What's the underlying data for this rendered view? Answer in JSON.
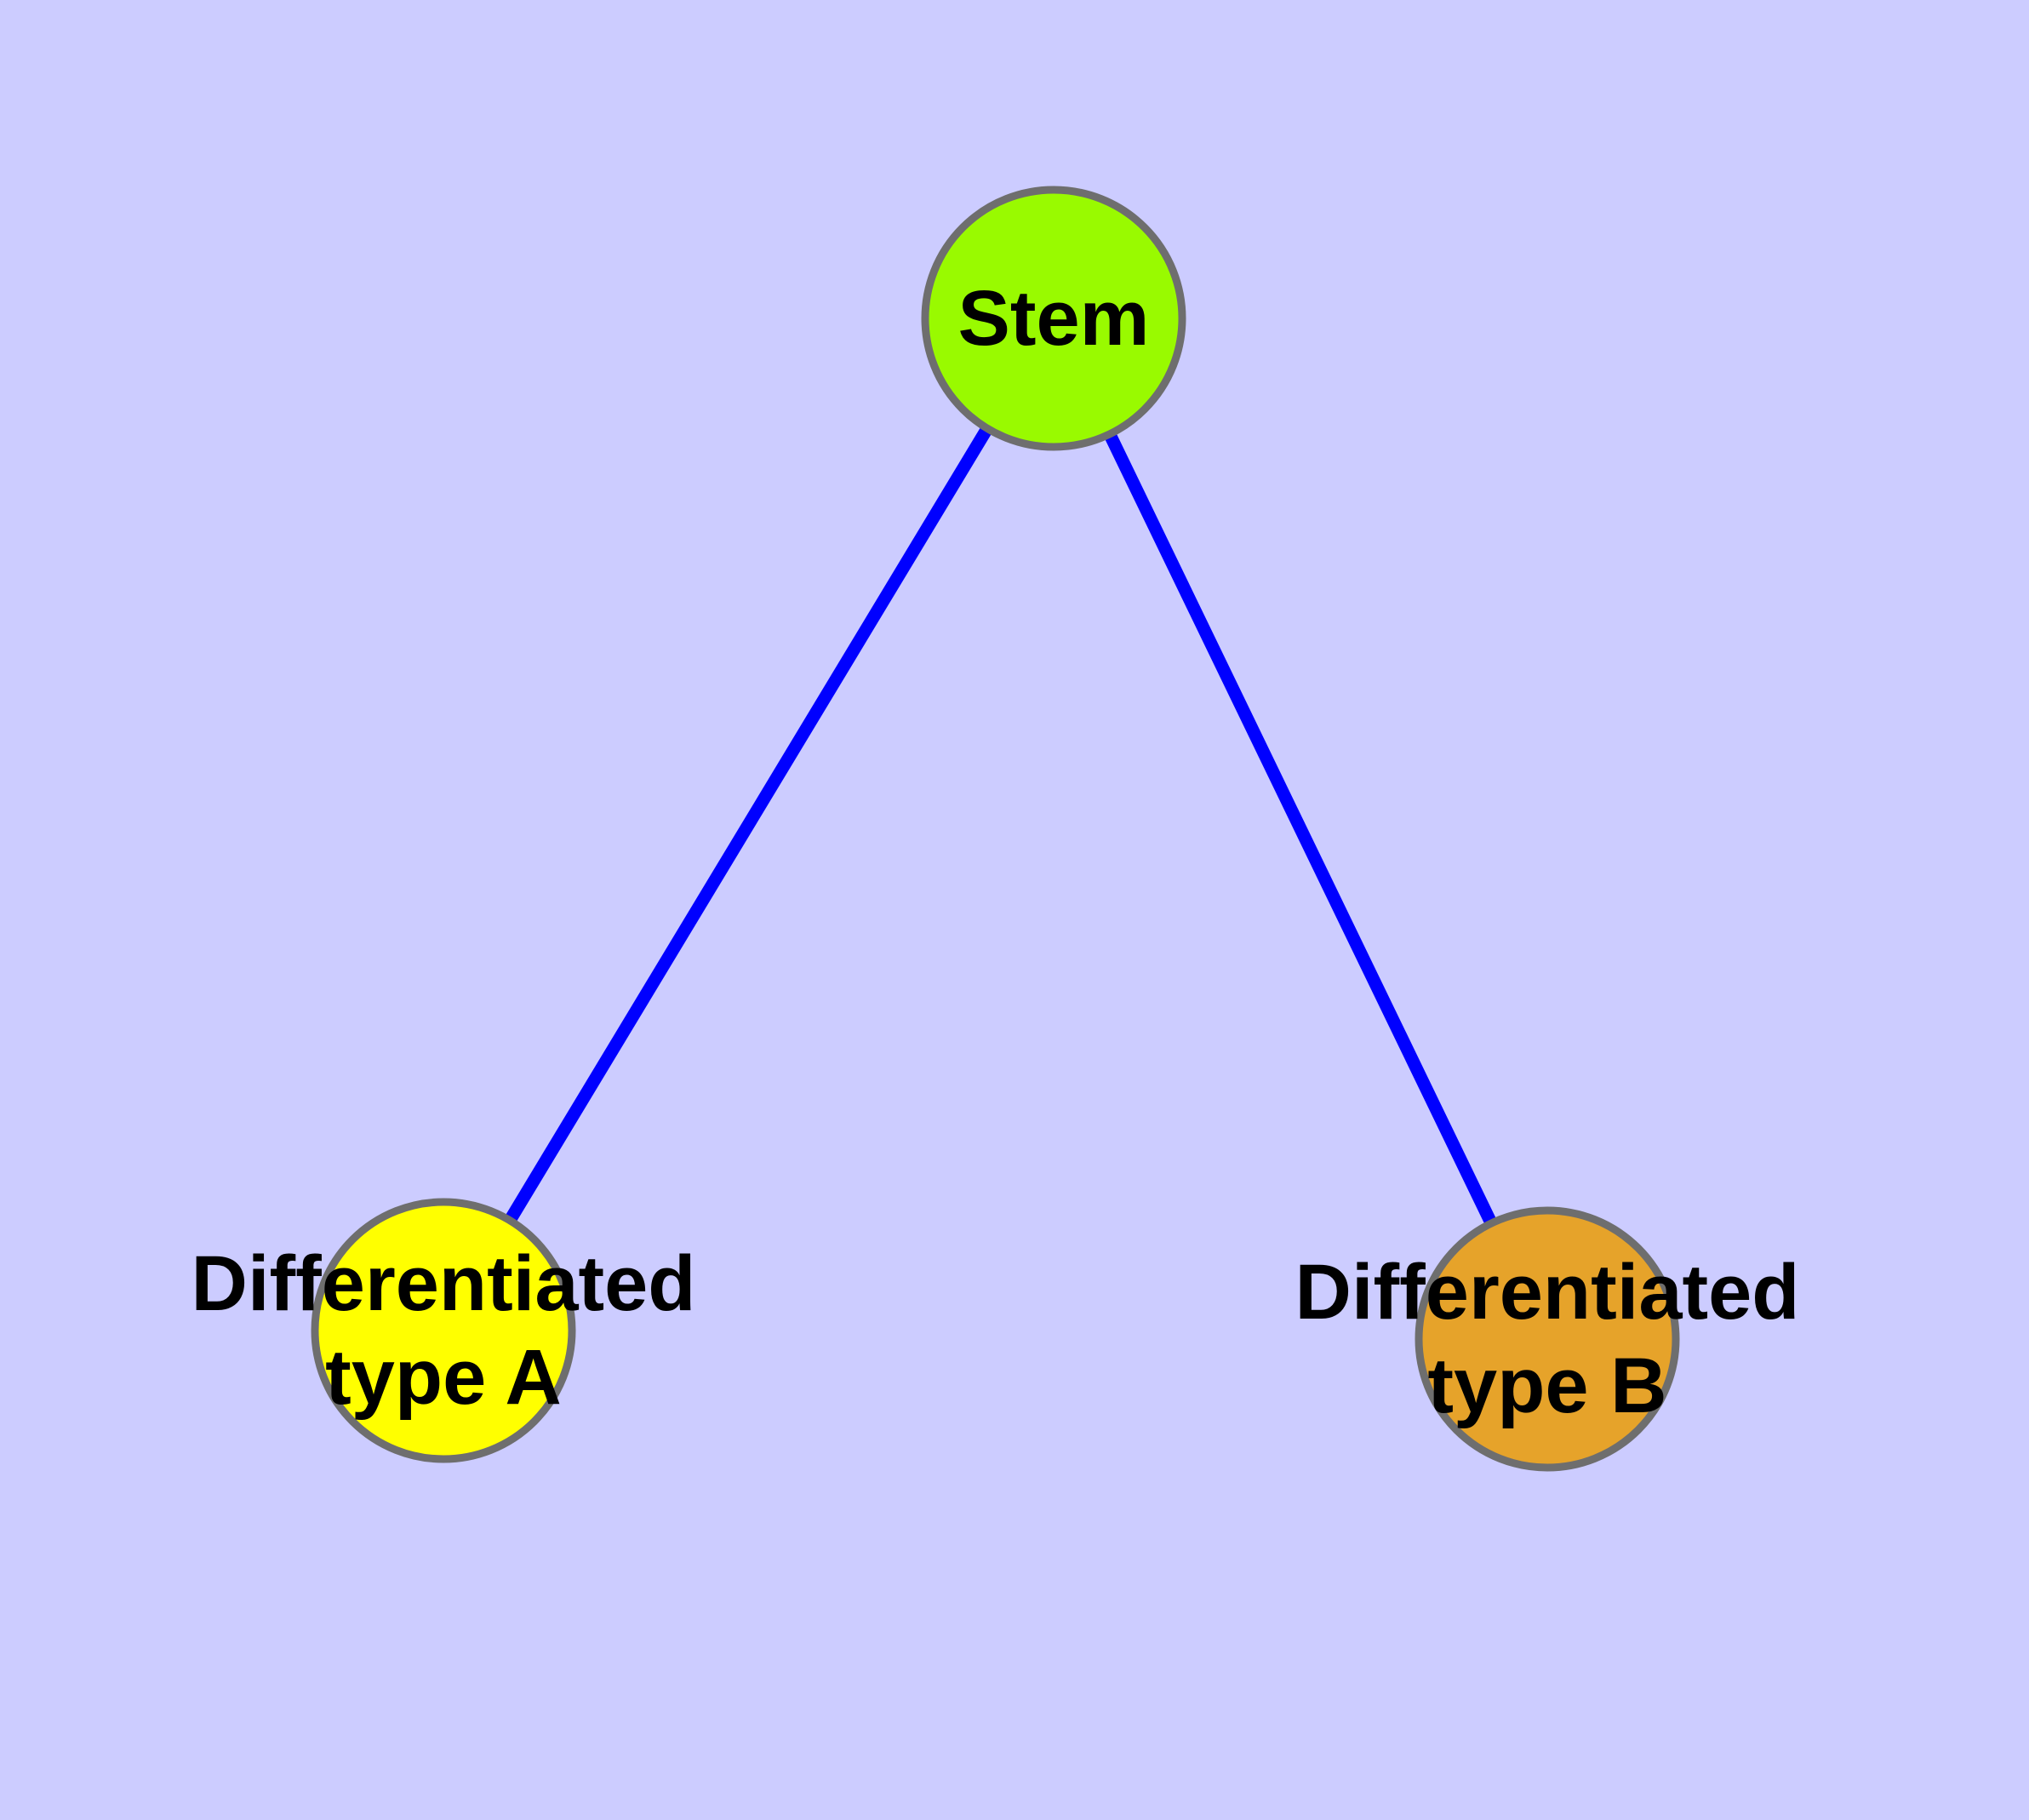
{
  "colors": {
    "background": "#CCCCFF",
    "edge": "#0000FF",
    "node_border": "#6E6E6E",
    "label_text": "#000000"
  },
  "diagram": {
    "nodes": [
      {
        "id": "stem",
        "label": "Stem",
        "fill": "#99FA00"
      },
      {
        "id": "differentiated-type-a",
        "line1": "Differentiated",
        "line2": "type A",
        "fill": "#FFFF00"
      },
      {
        "id": "differentiated-type-b",
        "line1": "Differentiated",
        "line2": "type B",
        "fill": "#E6A32A"
      }
    ],
    "edges": [
      {
        "from": "stem",
        "to": "differentiated-type-a",
        "color": "#0000FF"
      },
      {
        "from": "stem",
        "to": "differentiated-type-b",
        "color": "#0000FF"
      }
    ]
  }
}
